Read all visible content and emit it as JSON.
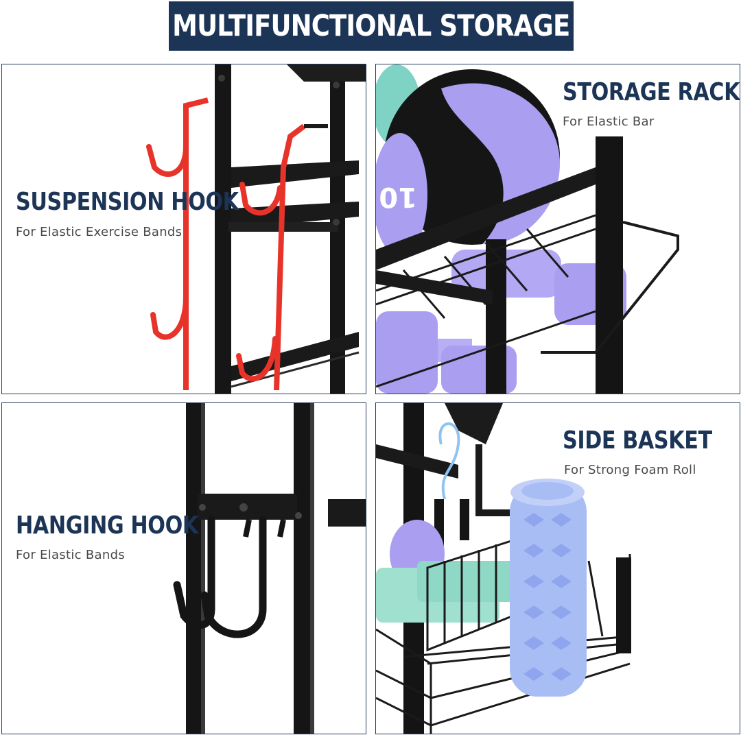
{
  "header": {
    "title": "MULTIFUNCTIONAL STORAGE"
  },
  "panels": {
    "suspension": {
      "title": "SUSPENSION HOOK",
      "subtitle": "For Elastic Exercise Bands"
    },
    "storage": {
      "title": "STORAGE RACK",
      "subtitle": "For Elastic Bar"
    },
    "hanging": {
      "title": "HANGING HOOK",
      "subtitle": "For Elastic Bands"
    },
    "basket": {
      "title": "SIDE BASKET",
      "subtitle": "For Strong Foam Roll"
    }
  },
  "colors": {
    "banner": "#1c3556",
    "title_text": "#1c3556",
    "hook_red": "#e8332a",
    "frame_black": "#151515",
    "accessory_purple": "#a99ef0",
    "foam_roll_blue": "#a9bdf5",
    "mint": "#9fe0cf"
  },
  "icons": [
    "suspension-hook-photo",
    "medicine-ball-photo",
    "hanging-hook-photo",
    "foam-roll-photo"
  ]
}
